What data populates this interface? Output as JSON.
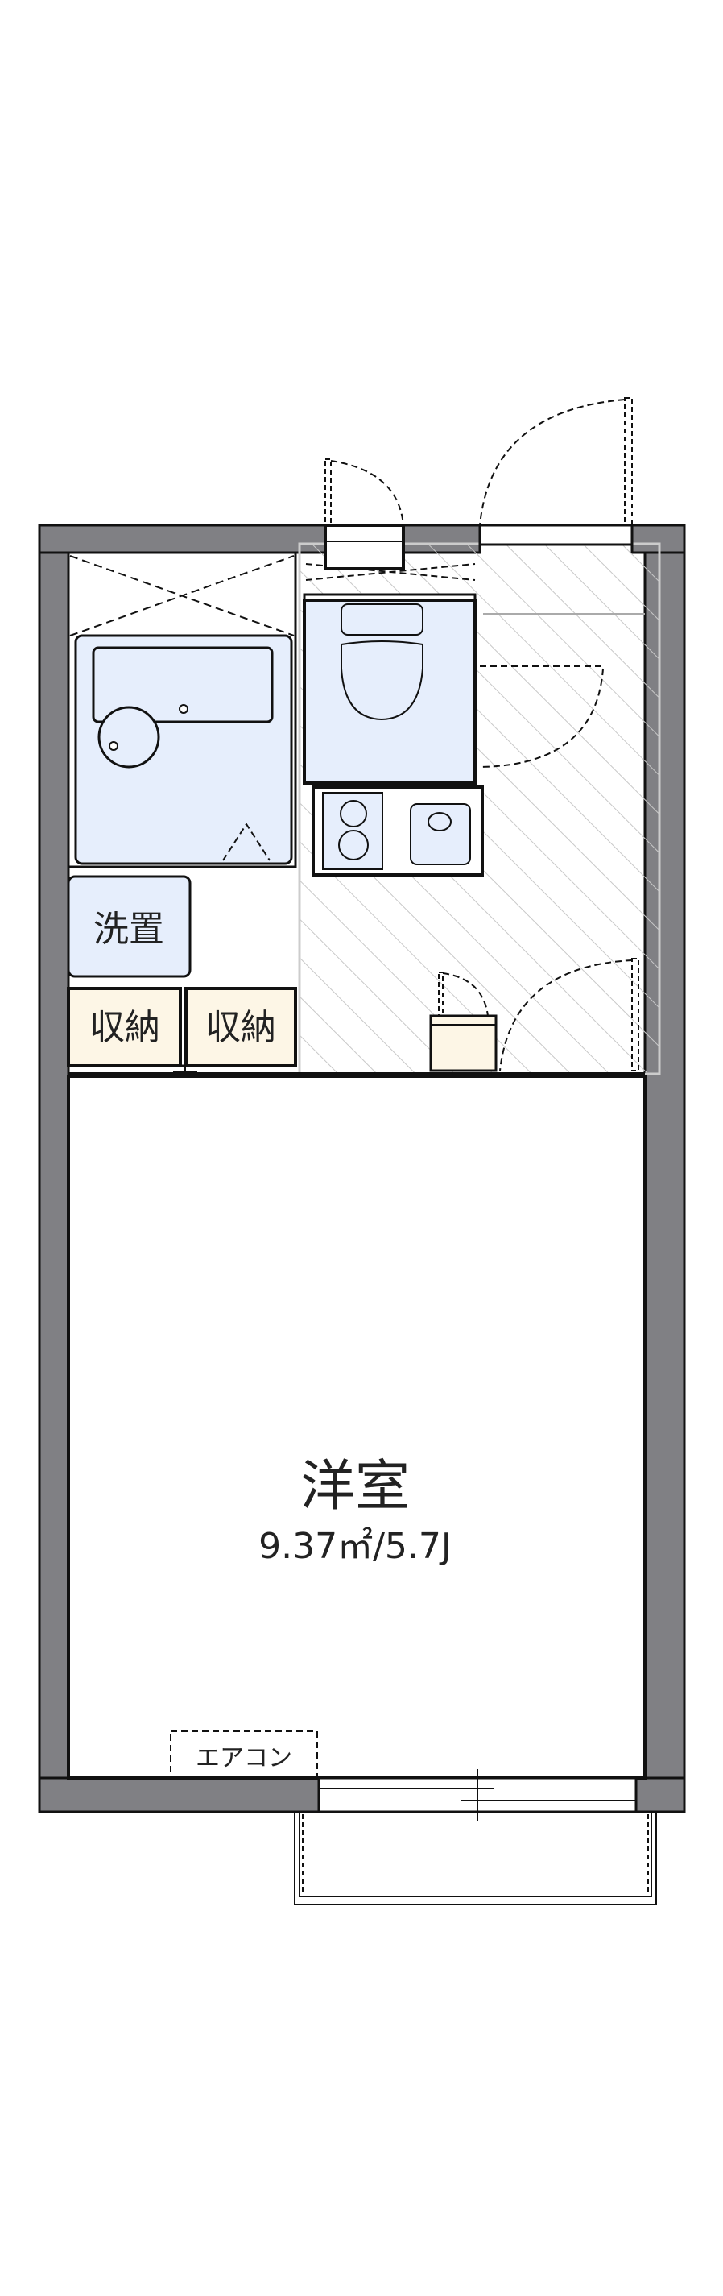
{
  "rooms": {
    "main_room": {
      "label": "洋室",
      "size": "9.37㎡/5.7J"
    },
    "washer": {
      "label": "洗置"
    },
    "storage_1": {
      "label": "収納"
    },
    "storage_2": {
      "label": "収納"
    },
    "air_conditioner": {
      "label": "エアコン"
    }
  },
  "colors": {
    "wall": "#808084",
    "wet_area": "#e6eefc",
    "storage": "#fdf6e6",
    "hatch": "#c8c8c8",
    "line": "#111111"
  }
}
